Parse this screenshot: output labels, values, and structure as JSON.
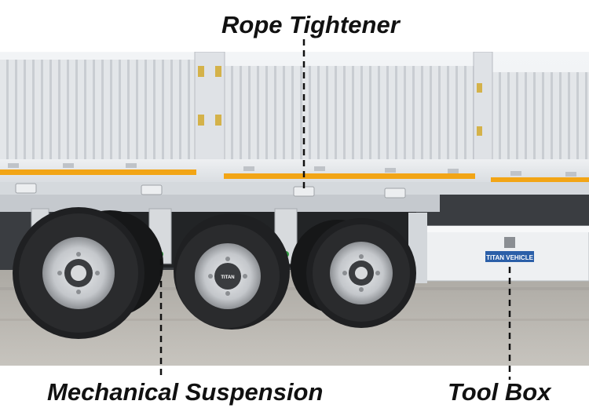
{
  "labels": {
    "rope_tightener": "Rope Tightener",
    "mechanical_suspension": "Mechanical Suspension",
    "tool_box": "Tool Box"
  },
  "toolbox_plate": "TITAN VEHICLE",
  "wheel_hub_text": "TITAN",
  "colors": {
    "trailer_body": "#e4e7ea",
    "stripe": "#f2a516",
    "tire": "#1f2022",
    "rim": "#c9ccd0",
    "ground": "#b7b4ae",
    "plate": "#2b5fa8"
  }
}
